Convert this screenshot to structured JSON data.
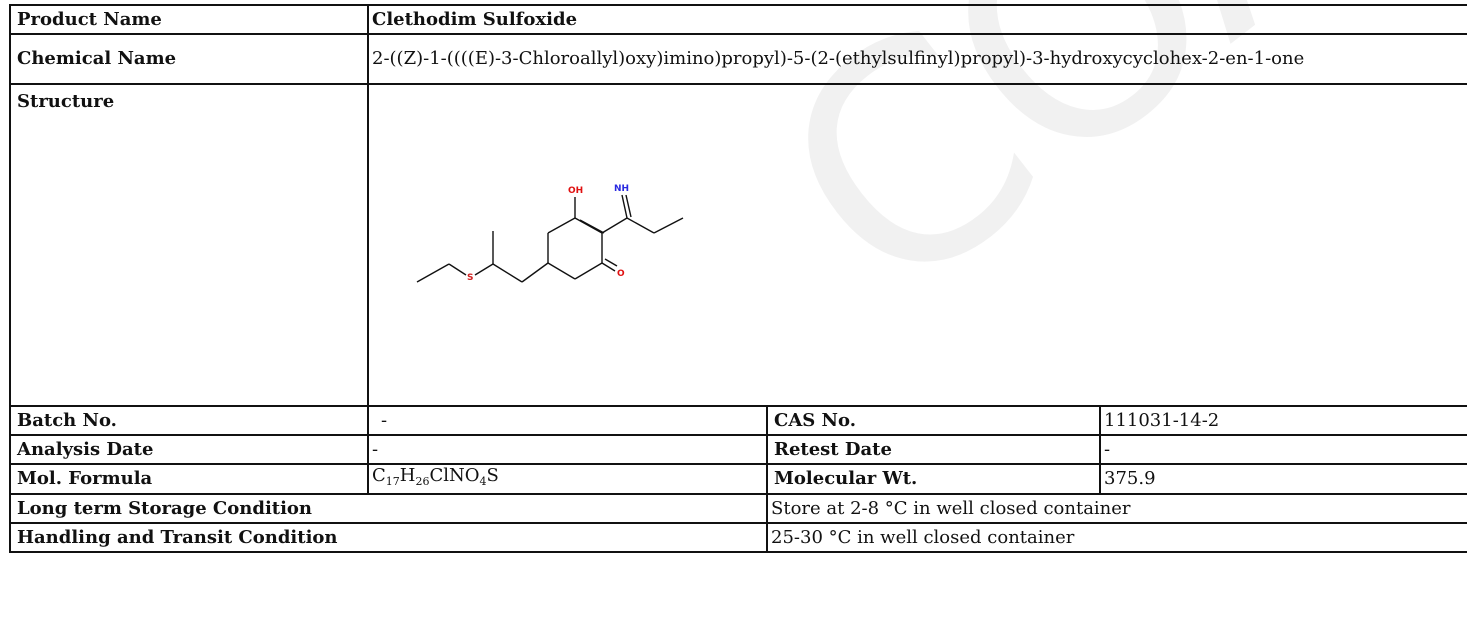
{
  "watermark": "COA",
  "product_name": {
    "label": "Product Name",
    "value": "Clethodim Sulfoxide"
  },
  "chemical_name": {
    "label": "Chemical Name",
    "value": "2-((Z)-1-((((E)-3-Chloroallyl)oxy)imino)propyl)-5-(2-(ethylsulfinyl)propyl)-3-hydroxycyclohex-2-en-1-one"
  },
  "structure": {
    "label": "Structure",
    "atoms": {
      "oh": "OH",
      "nh": "NH",
      "s": "S",
      "o": "O"
    },
    "colors": {
      "oxygen": "#e01010",
      "nitrogen": "#2a2ae0",
      "sulfur": "#d02020",
      "bond": "#111111"
    }
  },
  "batch_no": {
    "label": "Batch No.",
    "value": "-"
  },
  "cas_no": {
    "label": "CAS No.",
    "value": "111031-14-2"
  },
  "analysis_date": {
    "label": "Analysis Date",
    "value": "-"
  },
  "retest_date": {
    "label": "Retest Date",
    "value": "-"
  },
  "mol_formula": {
    "label": "Mol. Formula",
    "parts": {
      "c": "C",
      "c_n": "17",
      "h": "H",
      "h_n": "26",
      "mid": "ClNO",
      "o_n": "4",
      "end": "S"
    }
  },
  "molecular_wt": {
    "label": "Molecular Wt.",
    "value": "375.9"
  },
  "storage": {
    "label": "Long term Storage Condition",
    "value": "Store at 2-8 °C in well closed container"
  },
  "handling": {
    "label": "Handling and Transit Condition",
    "value": "25-30 °C in well closed container"
  }
}
